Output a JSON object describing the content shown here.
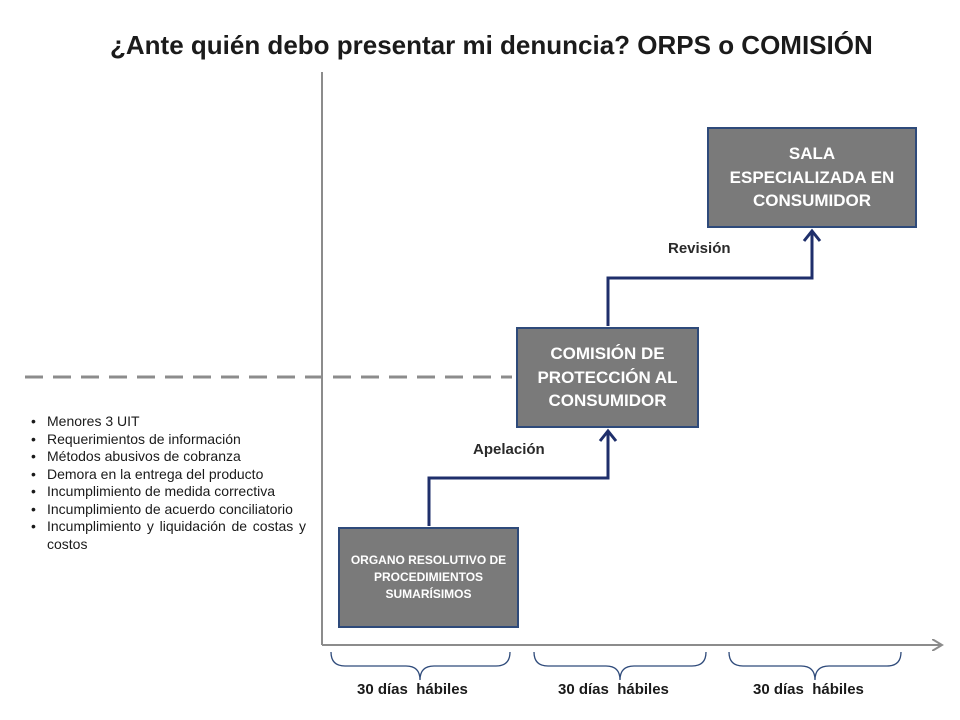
{
  "title": "¿Ante quién debo presentar mi denuncia? ORPS o COMISIÓN",
  "boxes": {
    "sala": "SALA ESPECIALIZADA EN CONSUMIDOR",
    "comision": "COMISIÓN DE PROTECCIÓN AL CONSUMIDOR",
    "orps": "ORGANO RESOLUTIVO DE PROCEDIMIENTOS SUMARÍSIMOS"
  },
  "steps": {
    "revision": "Revisión",
    "apelacion": "Apelación"
  },
  "periods": [
    "30 días  hábiles",
    "30 días  hábiles",
    "30 días  hábiles"
  ],
  "criteria": [
    "Menores 3 UIT",
    "Requerimientos de información",
    "Métodos abusivos de cobranza",
    "Demora en la entrega del producto",
    "Incumplimiento de medida correctiva",
    "Incumplimiento de acuerdo conciliatorio",
    "Incumplimiento y liquidación de costas y costos"
  ],
  "colors": {
    "box_fill": "#7a7a7a",
    "box_border": "#2e4a7a",
    "arrow": "#1f2f6b",
    "axis": "#8c8c8c",
    "dashed_line": "#8c8c8c"
  }
}
